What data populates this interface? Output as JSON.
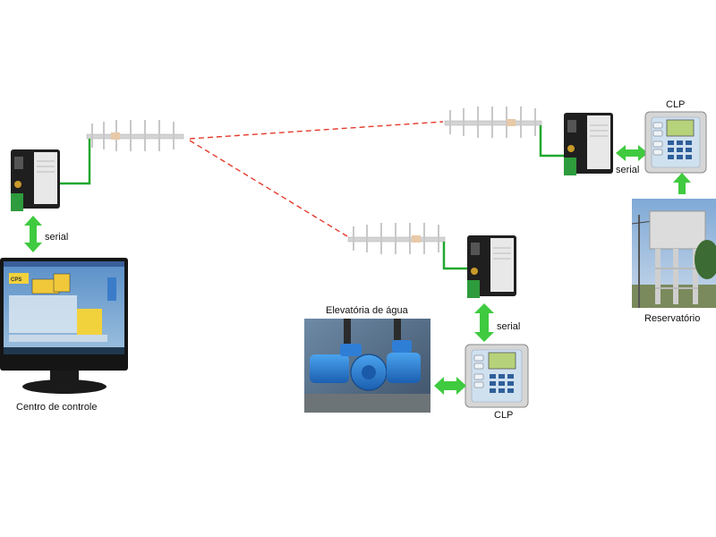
{
  "labels": {
    "serial_left": "serial",
    "serial_mid": "serial",
    "serial_right": "serial",
    "clp_top": "CLP",
    "clp_bottom": "CLP",
    "centro": "Centro de controle",
    "elevatoria": "Elevatória de água",
    "reservatorio": "Reservatório"
  },
  "screen": {
    "title": "CPS"
  },
  "colors": {
    "wire": "#21a82e",
    "arrow": "#3fca3f",
    "radio_link": "#e53b2c",
    "antenna": "#c9c9c9"
  }
}
